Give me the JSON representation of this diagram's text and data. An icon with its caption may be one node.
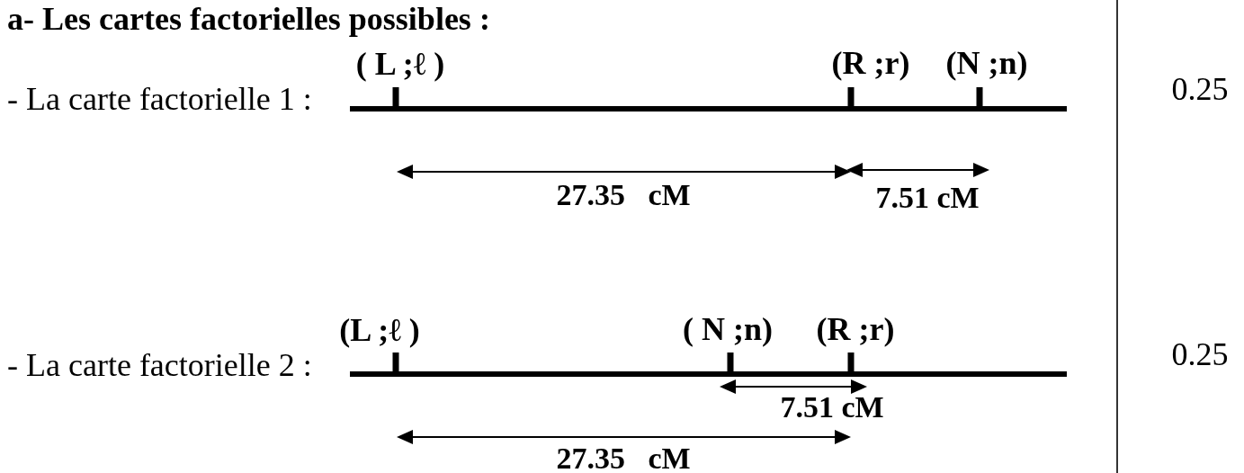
{
  "diagram": {
    "title": "a- Les cartes factorielles possibles :",
    "labels": [
      "( L ;ℓ )",
      "(R ;r)",
      "(N ;n)",
      "- La carte factorielle 1 :",
      "0.25",
      "27.35   cM",
      "7.51 cM",
      "(L ;ℓ )",
      "( N ;n)",
      "(R ;r)",
      "- La carte factorielle 2 :",
      "0.25",
      "7.51 cM",
      "27.35   cM"
    ]
  }
}
